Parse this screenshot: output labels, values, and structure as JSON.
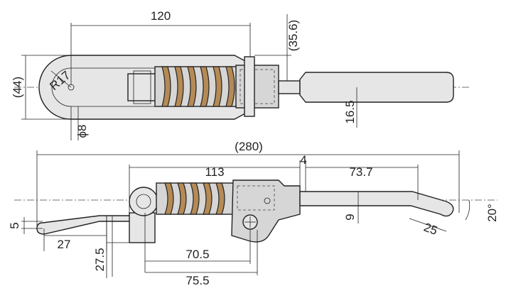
{
  "drawing": {
    "top_view": {
      "dim_length": "120",
      "dim_clearance": "(35.6)",
      "dim_width": "(44)",
      "dim_radius": "R17",
      "dim_hole": "ϕ8",
      "dim_offset": "16.5"
    },
    "side_view": {
      "dim_overall": "(280)",
      "dim_gap": "4",
      "dim_body": "113",
      "dim_handle": "73.7",
      "dim_handle_offset": "9",
      "dim_angle": "20°",
      "dim_tip_rise": "5",
      "dim_tip_length": "27",
      "dim_base_height": "27.5",
      "dim_pivot_span": "70.5",
      "dim_pivot_span_total": "75.5",
      "dim_handle_tip": "25"
    }
  }
}
